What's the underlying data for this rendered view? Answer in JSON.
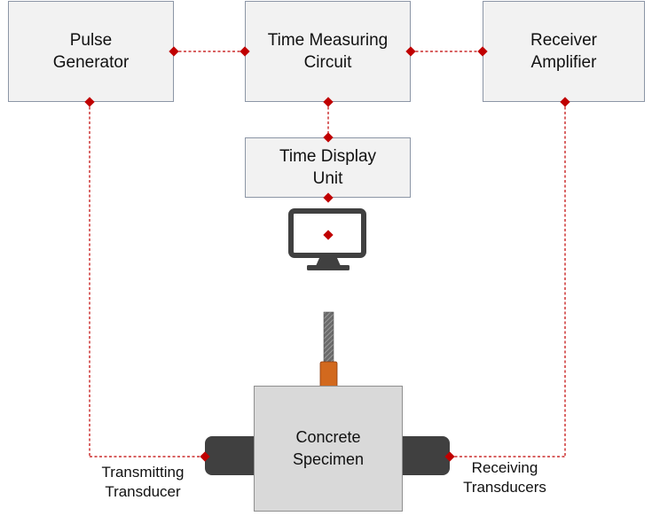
{
  "blocks": {
    "pulse_generator": "Pulse\nGenerator",
    "time_measuring_circuit": "Time Measuring\nCircuit",
    "receiver_amplifier": "Receiver\nAmplifier",
    "time_display_unit": "Time Display\nUnit",
    "concrete_specimen": "Concrete\nSpecimen"
  },
  "labels": {
    "transmitting_transducer": "Transmitting\nTransducer",
    "receiving_transducers": "Receiving\nTransducers"
  },
  "icons": {
    "display": "monitor-icon",
    "probe": "probe-icon"
  },
  "colors": {
    "connector": "#c00000",
    "box_fill": "#f2f2f2",
    "box_border": "#8c96a6",
    "specimen_fill": "#d9d9d9",
    "transducer": "#404040",
    "probe_tip": "#d2691e"
  }
}
